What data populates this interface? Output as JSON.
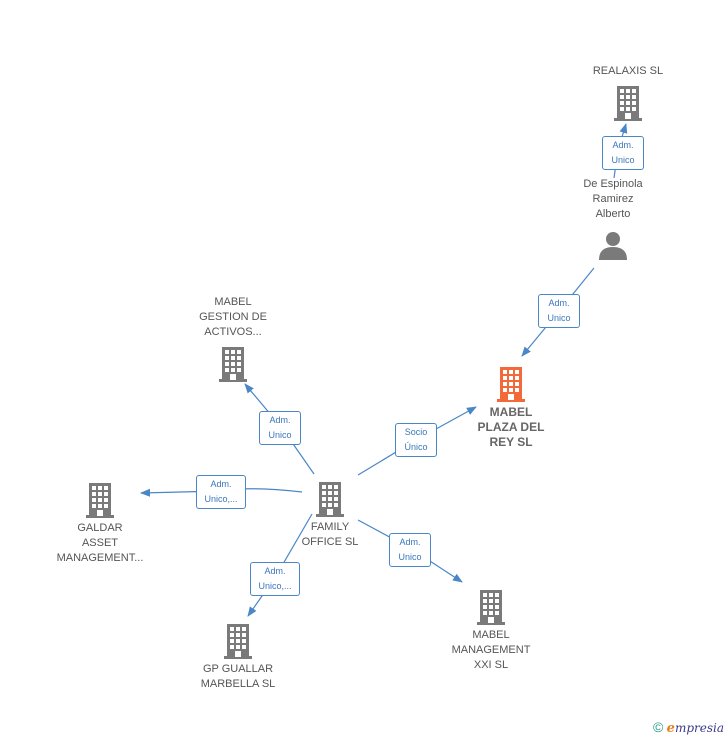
{
  "colors": {
    "edge": "#4a86c8",
    "building": "#7a7a7a",
    "building_highlight": "#f26a3a",
    "person": "#7a7a7a"
  },
  "nodes": {
    "realaxis": {
      "label": "REALAXIS  SL",
      "icon": "building-icon"
    },
    "espinola": {
      "label": "De Espinola\nRamirez\nAlberto",
      "icon": "person-icon"
    },
    "mabel_plaza": {
      "label": "MABEL\nPLAZA DEL\nREY  SL",
      "icon": "building-icon",
      "highlight": true
    },
    "mabel_gestion": {
      "label": "MABEL\nGESTION DE\nACTIVOS...",
      "icon": "building-icon"
    },
    "family_office": {
      "label": "FAMILY\nOFFICE  SL",
      "icon": "building-icon"
    },
    "galdar": {
      "label": "GALDAR\nASSET\nMANAGEMENT...",
      "icon": "building-icon"
    },
    "gp_guallar": {
      "label": "GP GUALLAR\nMARBELLA  SL",
      "icon": "building-icon"
    },
    "mabel_mgmt": {
      "label": "MABEL\nMANAGEMENT\nXXI  SL",
      "icon": "building-icon"
    }
  },
  "edges": {
    "espinola_realaxis": "Adm.\nUnico",
    "espinola_mabel_plaza": "Adm.\nUnico",
    "family_mabel_gestion": "Adm.\nUnico",
    "family_mabel_plaza": "Socio\nÚnico",
    "family_galdar": "Adm.\nUnico,...",
    "family_gp_guallar": "Adm.\nUnico,...",
    "family_mabel_mgmt": "Adm.\nUnico"
  },
  "footer": {
    "copyright": "©",
    "brand_first": "e",
    "brand_rest": "mpresia"
  }
}
